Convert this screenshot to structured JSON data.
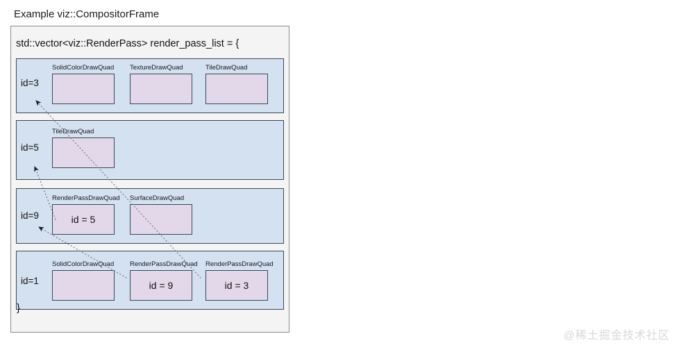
{
  "diagram": {
    "title": "Example viz::CompositorFrame",
    "header": "std::vector<viz::RenderPass> render_pass_list = {",
    "footer": "}",
    "watermark": "@稀土掘金技术社区",
    "colors": {
      "frame_background": "#f4f4f4",
      "frame_border": "#8a8a8a",
      "render_pass_background": "#d4e1f0",
      "render_pass_border": "#3a4757",
      "quad_background": "#e3d8ea",
      "quad_border": "#3a4757",
      "connector": "#6b6b7a",
      "watermark": "#d8d8d8"
    }
  },
  "render_passes": [
    {
      "id_label": "id=3",
      "quads": [
        {
          "type": "SolidColorDrawQuad",
          "value": ""
        },
        {
          "type": "TextureDrawQuad",
          "value": ""
        },
        {
          "type": "TileDrawQuad",
          "value": ""
        }
      ]
    },
    {
      "id_label": "id=5",
      "quads": [
        {
          "type": "TileDrawQuad",
          "value": ""
        }
      ]
    },
    {
      "id_label": "id=9",
      "quads": [
        {
          "type": "RenderPassDrawQuad",
          "value": "id = 5"
        },
        {
          "type": "SurfaceDrawQuad",
          "value": ""
        }
      ]
    },
    {
      "id_label": "id=1",
      "quads": [
        {
          "type": "SolidColorDrawQuad",
          "value": ""
        },
        {
          "type": "RenderPassDrawQuad",
          "value": "id = 9"
        },
        {
          "type": "RenderPassDrawQuad",
          "value": "id = 3"
        }
      ]
    }
  ],
  "connections": [
    {
      "from": "render-pass-1-quad-1",
      "to": "render-pass-0",
      "from_label": "id = 9",
      "to_label": "id=3"
    },
    {
      "from": "render-pass-2-quad-0",
      "to": "render-pass-1",
      "from_label": "id = 5",
      "to_label": "id=5"
    },
    {
      "from": "render-pass-3-quad-2",
      "to": "render-pass-2",
      "from_label": "id = 3",
      "to_label": "id=9"
    }
  ]
}
